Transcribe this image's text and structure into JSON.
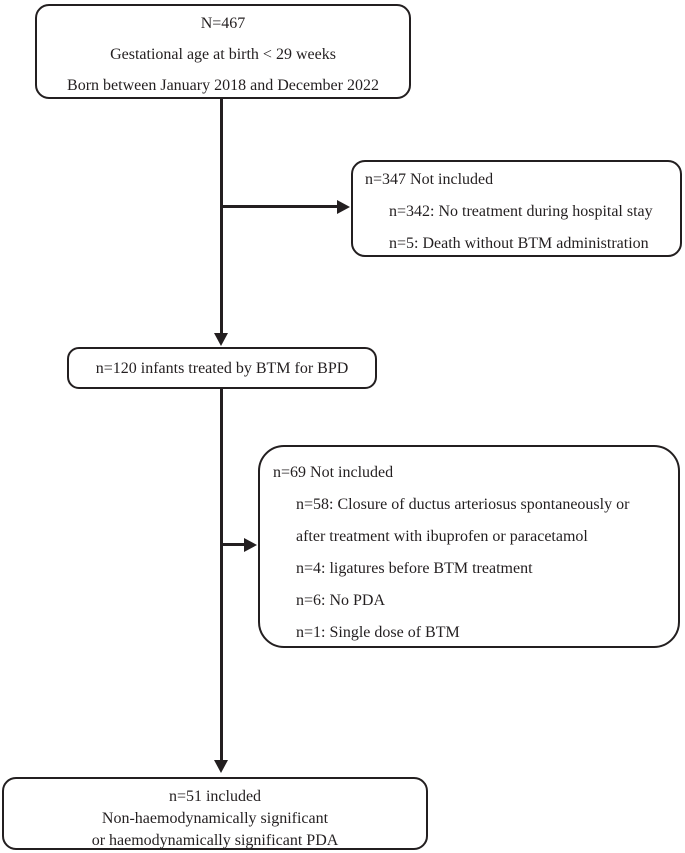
{
  "flowchart": {
    "colors": {
      "ink": "#231f20",
      "background": "#ffffff"
    },
    "top_box": {
      "line1": "N=467",
      "line2": "Gestational age at birth < 29 weeks",
      "line3": "Born between January 2018 and December 2022"
    },
    "not_included_1": {
      "header": "n=347 Not included",
      "item1": "n=342: No treatment during hospital stay",
      "item2": "n=5: Death without BTM administration"
    },
    "treated_box": {
      "text": "n=120 infants treated by BTM for BPD"
    },
    "not_included_2": {
      "header": "n=69 Not included",
      "item1": "n=58: Closure of ductus arteriosus spontaneously or",
      "item1_continuation": "after treatment with ibuprofen or paracetamol",
      "item2": "n=4: ligatures before BTM treatment",
      "item3": "n=6: No PDA",
      "item4": "n=1: Single dose of BTM"
    },
    "included_box": {
      "line1": "n=51 included",
      "line2": "Non-haemodynamically significant",
      "line3": "or haemodynamically significant PDA"
    }
  }
}
